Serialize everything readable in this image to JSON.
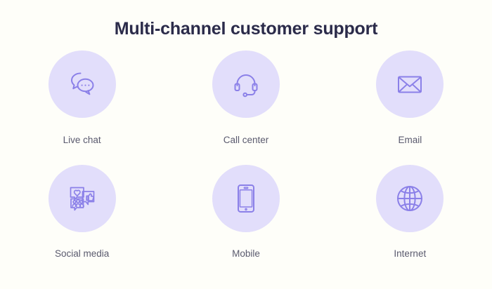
{
  "header": {
    "title": "Multi-channel customer support"
  },
  "colors": {
    "background": "#FEFEF9",
    "title_text": "#2B2B4A",
    "circle_fill": "#E2DEFB",
    "icon_stroke": "#8B80E8",
    "label_text": "#5A5A6E"
  },
  "channels": [
    {
      "label": "Live chat",
      "icon": "chat-bubbles-icon"
    },
    {
      "label": "Call center",
      "icon": "headset-icon"
    },
    {
      "label": "Email",
      "icon": "envelope-icon"
    },
    {
      "label": "Social media",
      "icon": "social-reactions-icon"
    },
    {
      "label": "Mobile",
      "icon": "smartphone-icon"
    },
    {
      "label": "Internet",
      "icon": "globe-icon"
    }
  ]
}
